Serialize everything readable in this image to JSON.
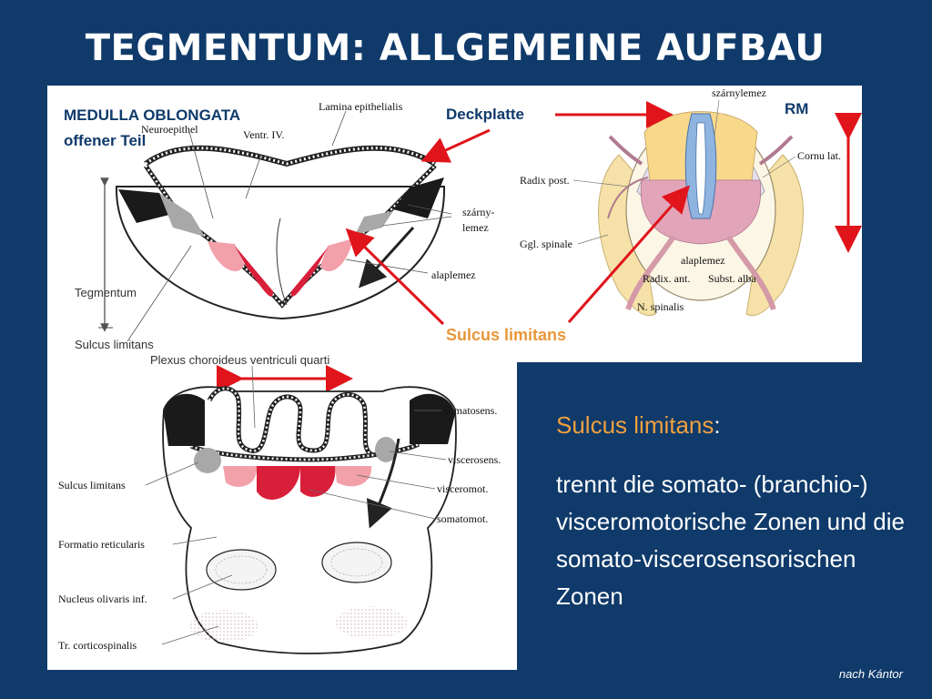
{
  "title": "TEGMENTUM: ALLGEMEINE  AUFBAU",
  "top_labels": {
    "medulla_line1": "MEDULLA OBLONGATA",
    "medulla_line2": "offener Teil",
    "lamina": "Lamina epithelialis",
    "neuroepithel": "Neuroepithel",
    "ventr": "Ventr. IV.",
    "deckplatte": "Deckplatte",
    "szarny1": "szárny-",
    "szarny2": "lemez",
    "alaplemez": "alaplemez",
    "tegmentum": "Tegmentum",
    "sulcus_small": "Sulcus limitans",
    "sulcus_orange": "Sulcus limitans",
    "plexus": "Plexus choroideus  ventriculi quarti"
  },
  "rm_labels": {
    "rm": "RM",
    "szarnylemez": "szárnylemez",
    "cornu": "Cornu lat.",
    "radix_post": "Radix post.",
    "ggl": "Ggl. spinale",
    "alaplemez": "alaplemez",
    "radix_ant": "Radix. ant.",
    "subst": "Subst. alba",
    "n_spinalis": "N. spinalis"
  },
  "bottom_labels": {
    "somatosens": "somatosens.",
    "viscerosens": "viscerosens.",
    "visceromot": "visceromot.",
    "somatomot": "somatomot.",
    "sulcus": "Sulcus limitans",
    "formatio": "Formatio reticularis",
    "nucleus": "Nucleus olivaris inf.",
    "tr": "Tr. corticospinalis"
  },
  "side_text": {
    "heading": "Sulcus limitans",
    "heading_suffix": ":",
    "body": "trennt die somato- (branchio-) visceromotorische Zonen und die somato-viscerosensorischen Zonen"
  },
  "credit": "nach Kántor",
  "colors": {
    "background": "#0f3a6a",
    "accent_orange": "#e8973a",
    "arrow_red": "#e0141b",
    "motor_red": "#d81f3a",
    "motor_pink": "#f2a0aa"
  }
}
